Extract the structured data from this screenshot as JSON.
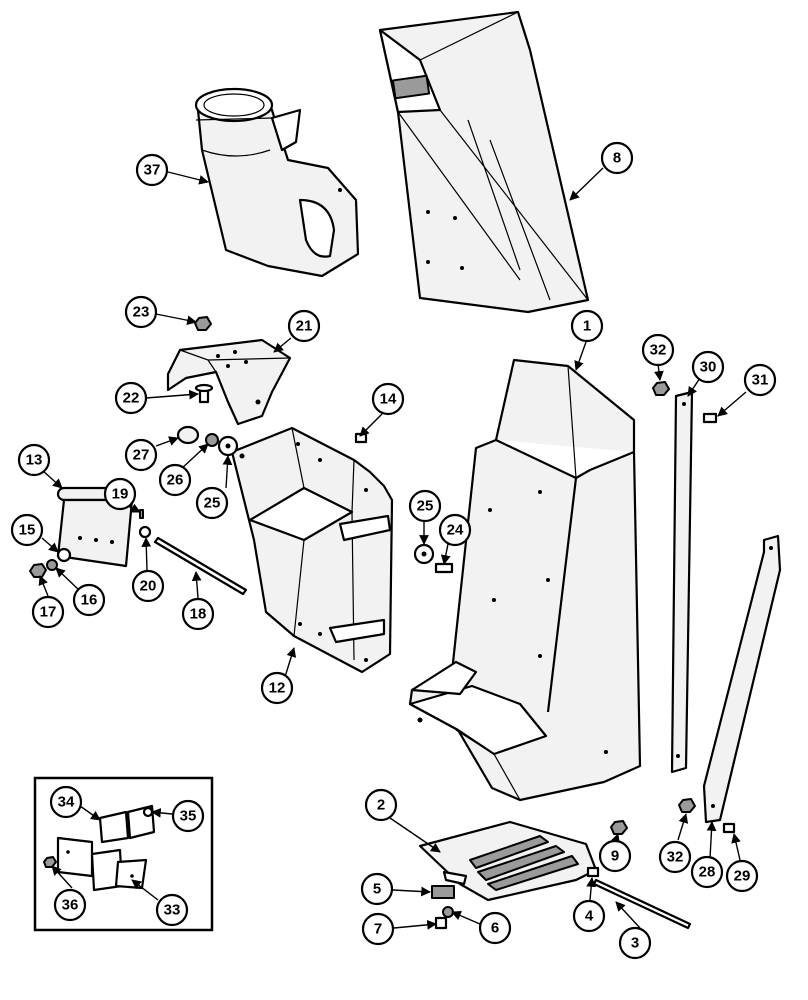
{
  "diagram": {
    "callouts": [
      {
        "label": "1"
      },
      {
        "label": "2"
      },
      {
        "label": "3"
      },
      {
        "label": "4"
      },
      {
        "label": "5"
      },
      {
        "label": "6"
      },
      {
        "label": "7"
      },
      {
        "label": "8"
      },
      {
        "label": "9"
      },
      {
        "label": "12"
      },
      {
        "label": "13"
      },
      {
        "label": "14"
      },
      {
        "label": "15"
      },
      {
        "label": "16"
      },
      {
        "label": "17"
      },
      {
        "label": "18"
      },
      {
        "label": "19"
      },
      {
        "label": "20"
      },
      {
        "label": "21"
      },
      {
        "label": "22"
      },
      {
        "label": "23"
      },
      {
        "label": "24"
      },
      {
        "label": "25"
      },
      {
        "label": "25"
      },
      {
        "label": "26"
      },
      {
        "label": "27"
      },
      {
        "label": "28"
      },
      {
        "label": "29"
      },
      {
        "label": "30"
      },
      {
        "label": "31"
      },
      {
        "label": "32"
      },
      {
        "label": "32"
      },
      {
        "label": "33"
      },
      {
        "label": "34"
      },
      {
        "label": "35"
      },
      {
        "label": "36"
      },
      {
        "label": "37"
      }
    ]
  }
}
